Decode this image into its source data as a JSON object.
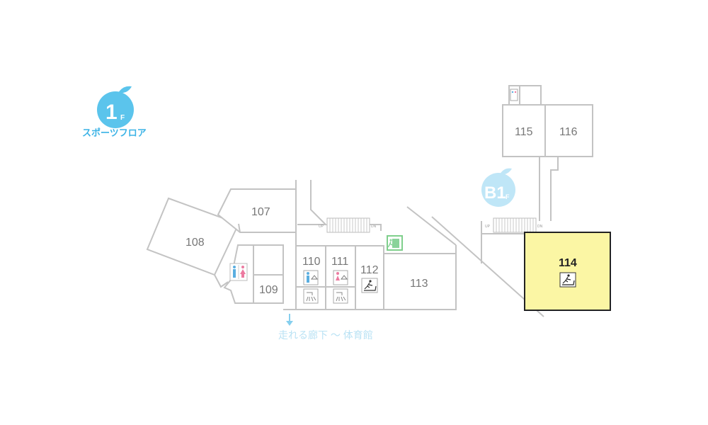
{
  "floor_badge": {
    "number": "1",
    "suffix": "F",
    "name": "スポーツフロア",
    "color": "#5bc4ec"
  },
  "sub_badge": {
    "number": "B1",
    "suffix": "F",
    "color": "#bfe6f7"
  },
  "rooms": {
    "r107": "107",
    "r108": "108",
    "r109": "109",
    "r110": "110",
    "r111": "111",
    "r112": "112",
    "r113": "113",
    "r114": "114",
    "r115": "115",
    "r116": "116"
  },
  "selected_room": {
    "number": "114",
    "highlight_color": "#fbf6a4",
    "icon": "treadmill-icon"
  },
  "stairs": {
    "up_label": "UP",
    "down_label": "DN"
  },
  "corridor_label": "走れる廊下 〜 体育館",
  "icons": {
    "restroom": "restroom-icon",
    "male_changing": "male-changing-icon",
    "female_changing": "female-changing-icon",
    "shower": "shower-icon",
    "treadmill": "treadmill-icon",
    "emergency_exit": "emergency-exit-icon",
    "elevator": "elevator-icon"
  }
}
